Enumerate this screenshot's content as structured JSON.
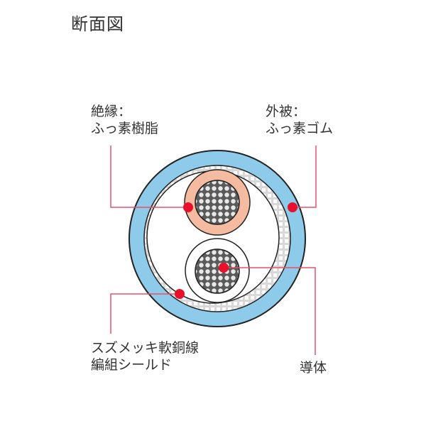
{
  "title": "断面図",
  "labels": {
    "insulation": {
      "line1": "絶縁：",
      "line2": "ふっ素樹脂"
    },
    "jacket": {
      "line1": "外被：",
      "line2": "ふっ素ゴム"
    },
    "shield": {
      "line1": "スズメッキ軟銅線",
      "line2": "編組シールド"
    },
    "conductor": {
      "line1": "導体"
    }
  },
  "colors": {
    "jacket": "#8ecbea",
    "insulation_colored": "#f5bba0",
    "conductor": "#5a5a5a",
    "strand": "#e8e8e8",
    "leader": "#e8506a",
    "marker": "#e8102a",
    "outline": "#222222"
  }
}
